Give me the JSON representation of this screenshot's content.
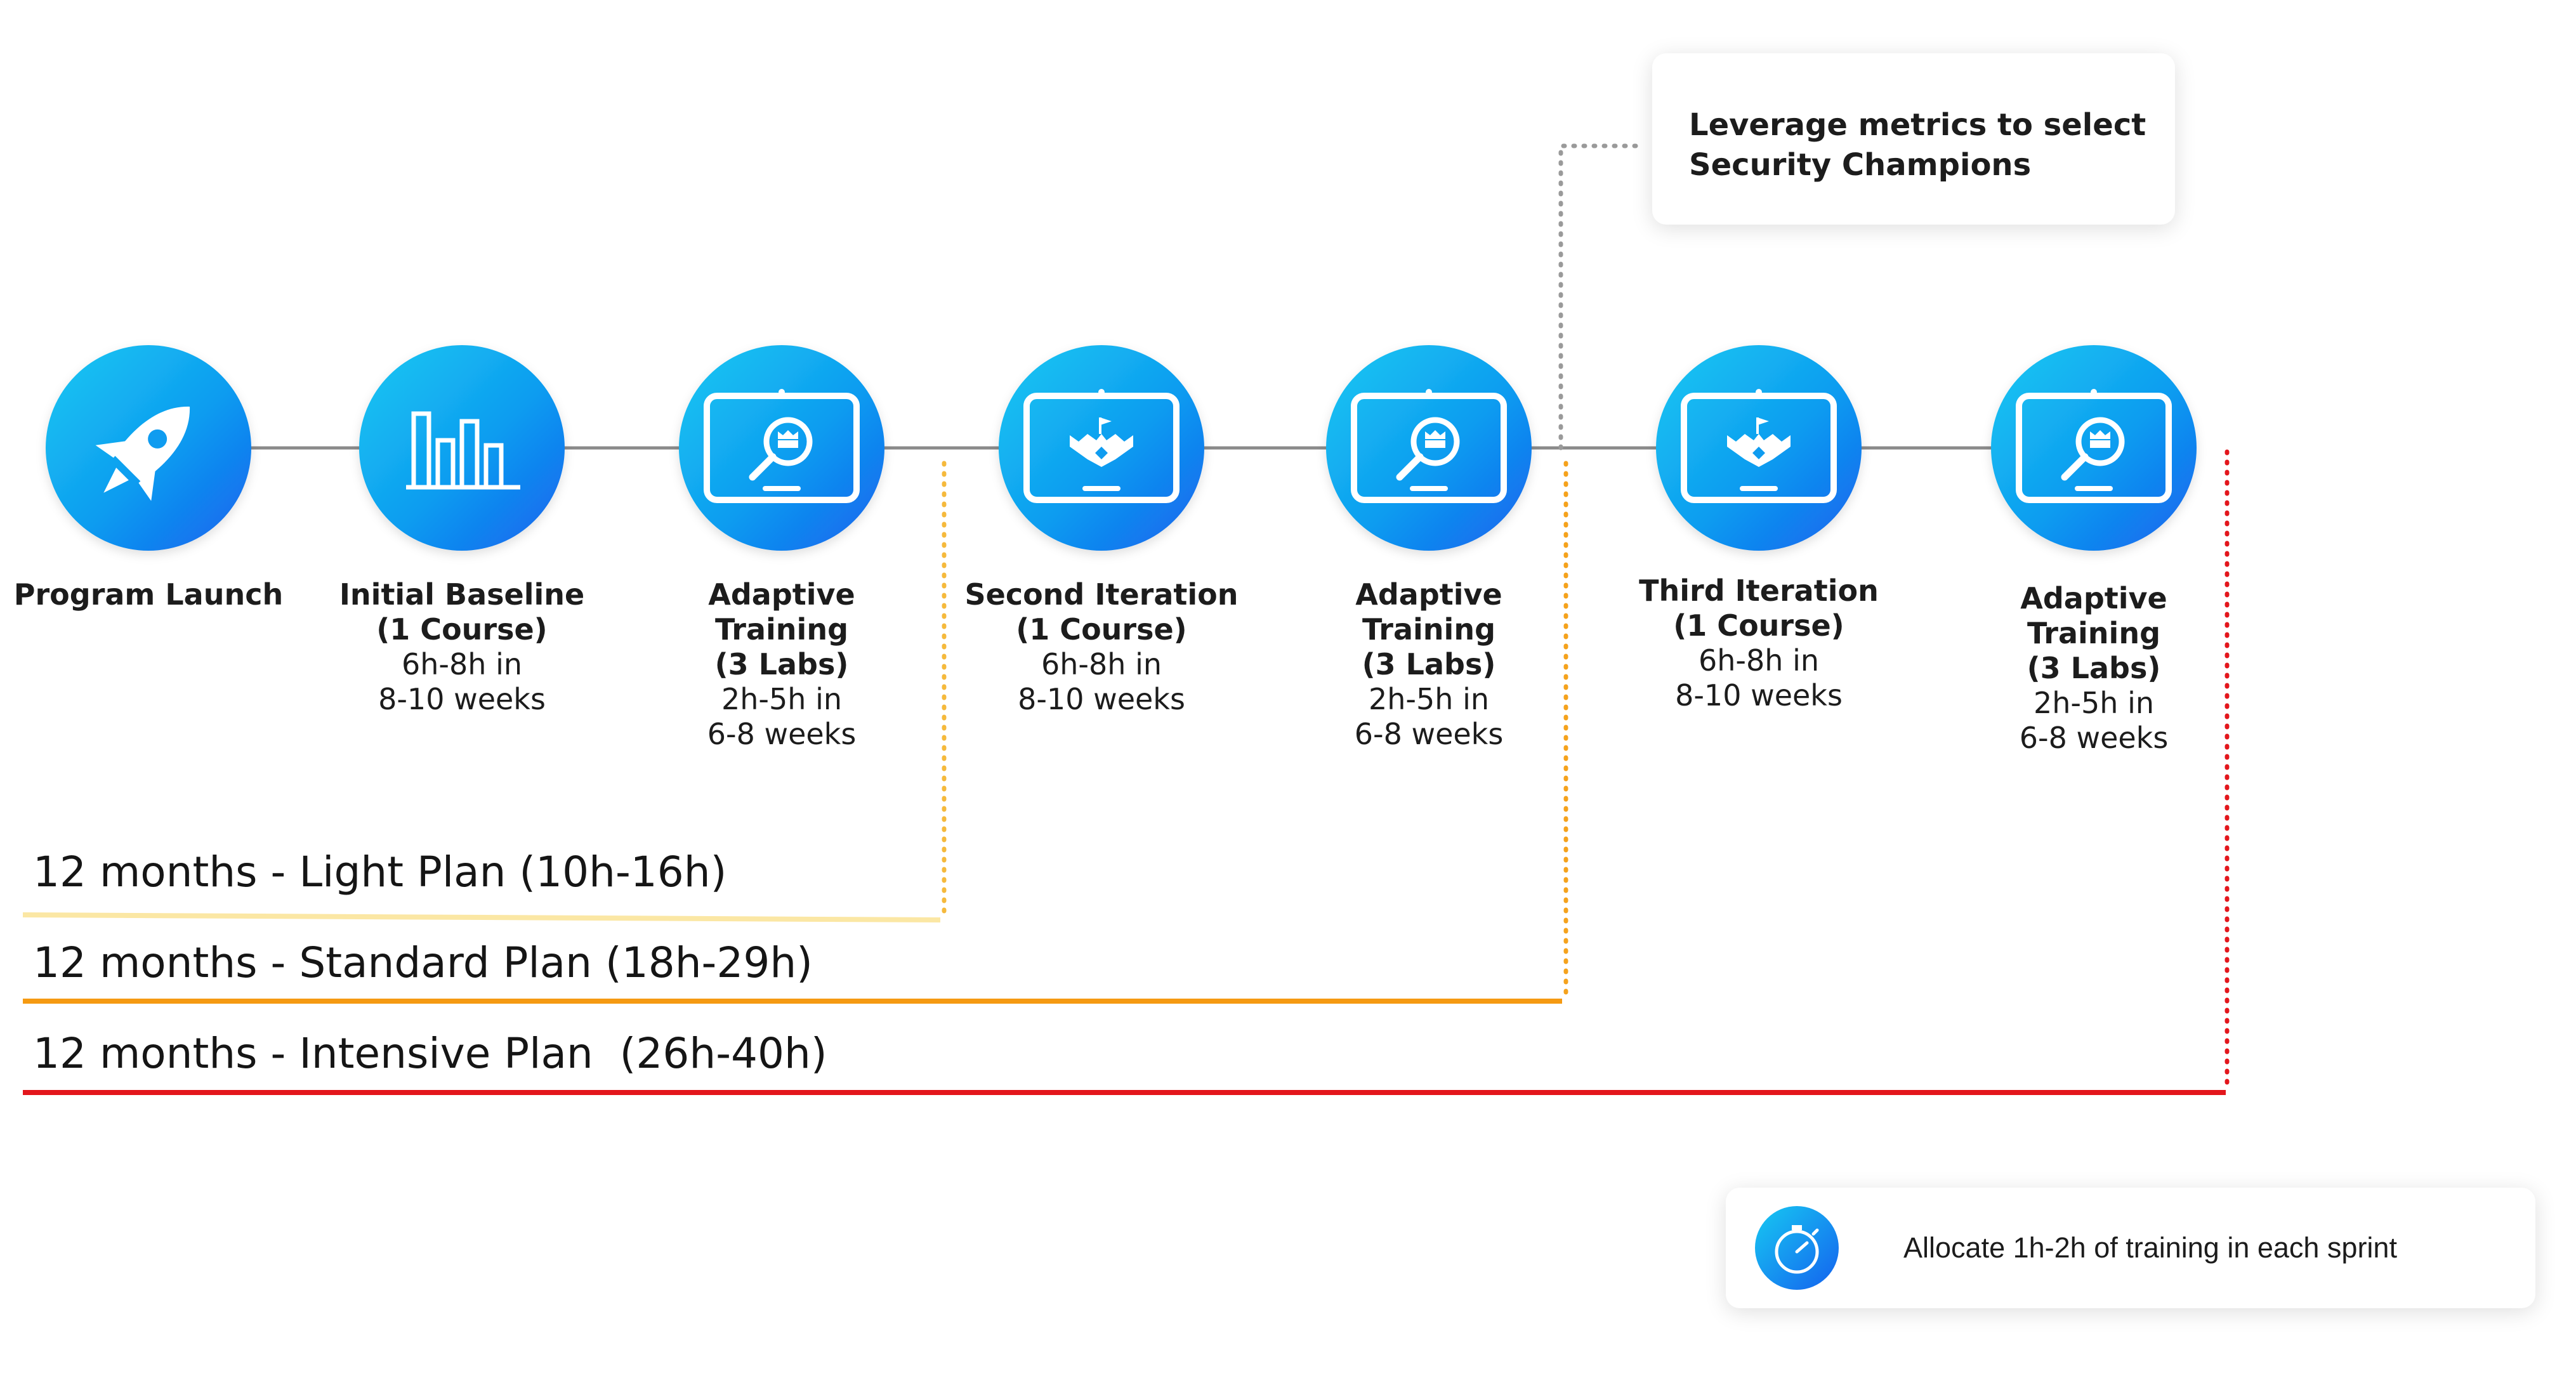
{
  "callout_champions": {
    "line1": "Leverage metrics to select",
    "line2": "Security Champions"
  },
  "steps": [
    {
      "title_lines": [
        "Program Launch"
      ],
      "detail_lines": [],
      "icon": "rocket-icon"
    },
    {
      "title_lines": [
        "Initial Baseline",
        "(1 Course)"
      ],
      "detail_lines": [
        "6h-8h in",
        "8-10 weeks"
      ],
      "icon": "bar-chart-icon"
    },
    {
      "title_lines": [
        "Adaptive",
        "Training",
        "(3 Labs)"
      ],
      "detail_lines": [
        "2h-5h in",
        "6-8 weeks"
      ],
      "icon": "monitor-magnifier-icon"
    },
    {
      "title_lines": [
        "Second Iteration",
        "(1 Course)"
      ],
      "detail_lines": [
        "6h-8h in",
        "8-10 weeks"
      ],
      "icon": "monitor-castle-icon"
    },
    {
      "title_lines": [
        "Adaptive",
        "Training",
        "(3 Labs)"
      ],
      "detail_lines": [
        "2h-5h in",
        "6-8 weeks"
      ],
      "icon": "monitor-magnifier-icon"
    },
    {
      "title_lines": [
        "Third Iteration",
        "(1 Course)"
      ],
      "detail_lines": [
        "6h-8h in",
        "8-10 weeks"
      ],
      "icon": "monitor-castle-icon"
    },
    {
      "title_lines": [
        "Adaptive",
        "Training",
        "(3 Labs)"
      ],
      "detail_lines": [
        "2h-5h in",
        "6-8 weeks"
      ],
      "icon": "monitor-magnifier-icon"
    }
  ],
  "plans": [
    {
      "label": "12 months - Light Plan (10h-16h)",
      "color": "#fbe7a4",
      "dot_color": "#f5b93c"
    },
    {
      "label": "12 months - Standard Plan (18h-29h)",
      "color": "#f59a12",
      "dot_color": "#f5a21c"
    },
    {
      "label": "12 months - Intensive Plan  (26h-40h)",
      "color": "#e3161c",
      "dot_color": "#e3161c"
    }
  ],
  "sprint_callout": {
    "text": "Allocate 1h-2h of training in each sprint",
    "icon": "stopwatch-icon"
  },
  "colors": {
    "circle_gradient_start": "#15c6f0",
    "circle_gradient_end": "#1467ee",
    "connector": "#8a8a8a",
    "callout_connector": "#9a9a9a"
  }
}
